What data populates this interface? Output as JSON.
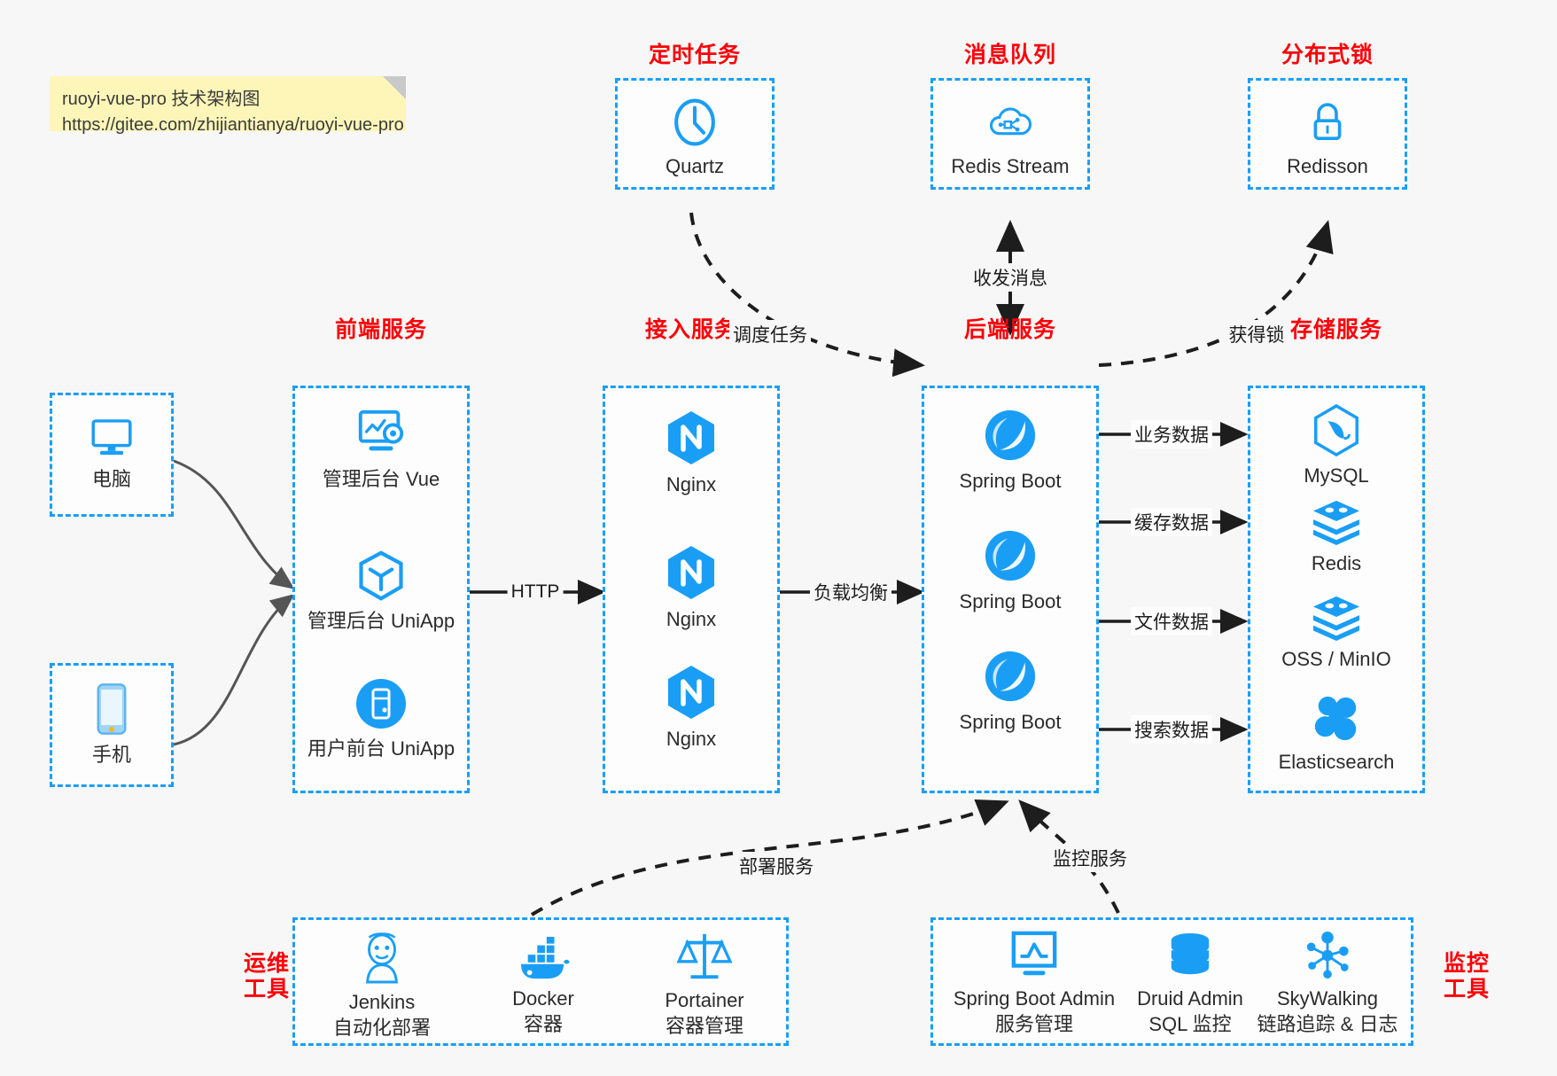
{
  "note": {
    "line1": "ruoyi-vue-pro 技术架构图",
    "line2": "https://gitee.com/zhijiantianya/ruoyi-vue-pro"
  },
  "colors": {
    "box_border": "#1a9ef5",
    "title_red": "#fb0007",
    "icon_blue": "#1a9ef5",
    "arrow_dark": "#1d1d1d",
    "page_bg": "#f7f7f7"
  },
  "groups": {
    "scheduler": {
      "title": "定时任务",
      "nodes": [
        {
          "label": "Quartz",
          "icon": "clock-icon"
        }
      ]
    },
    "mq": {
      "title": "消息队列",
      "nodes": [
        {
          "label": "Redis Stream",
          "icon": "cloud-stream-icon"
        }
      ]
    },
    "lock": {
      "title": "分布式锁",
      "nodes": [
        {
          "label": "Redisson",
          "icon": "lock-icon"
        }
      ]
    },
    "client_pc": {
      "title": "",
      "nodes": [
        {
          "label": "电脑",
          "icon": "desktop-icon"
        }
      ]
    },
    "client_mobile": {
      "title": "",
      "nodes": [
        {
          "label": "手机",
          "icon": "phone-icon"
        }
      ]
    },
    "frontend": {
      "title": "前端服务",
      "nodes": [
        {
          "label": "管理后台 Vue",
          "icon": "dashboard-gear-icon"
        },
        {
          "label": "管理后台 UniApp",
          "icon": "cube-icon"
        },
        {
          "label": "用户前台 UniApp",
          "icon": "mobile-circle-icon"
        }
      ]
    },
    "gateway": {
      "title": "接入服务",
      "nodes": [
        {
          "label": "Nginx",
          "icon": "nginx-icon"
        },
        {
          "label": "Nginx",
          "icon": "nginx-icon"
        },
        {
          "label": "Nginx",
          "icon": "nginx-icon"
        }
      ]
    },
    "backend": {
      "title": "后端服务",
      "nodes": [
        {
          "label": "Spring Boot",
          "icon": "spring-boot-icon"
        },
        {
          "label": "Spring Boot",
          "icon": "spring-boot-icon"
        },
        {
          "label": "Spring Boot",
          "icon": "spring-boot-icon"
        }
      ]
    },
    "storage": {
      "title": "存储服务",
      "nodes": [
        {
          "label": "MySQL",
          "icon": "mysql-icon"
        },
        {
          "label": "Redis",
          "icon": "redis-icon"
        },
        {
          "label": "OSS / MinIO",
          "icon": "oss-icon"
        },
        {
          "label": "Elasticsearch",
          "icon": "elasticsearch-icon"
        }
      ]
    },
    "devops": {
      "title": "运维\n工具",
      "title_line1": "运维",
      "title_line2": "工具",
      "nodes": [
        {
          "label": "Jenkins",
          "sub": "自动化部署",
          "icon": "jenkins-icon"
        },
        {
          "label": "Docker",
          "sub": "容器",
          "icon": "docker-icon"
        },
        {
          "label": "Portainer",
          "sub": "容器管理",
          "icon": "portainer-icon"
        }
      ]
    },
    "monitor": {
      "title": "监控\n工具",
      "title_line1": "监控",
      "title_line2": "工具",
      "nodes": [
        {
          "label": "Spring Boot Admin",
          "sub": "服务管理",
          "icon": "monitor-chart-icon"
        },
        {
          "label": "Druid Admin",
          "sub": "SQL 监控",
          "icon": "database-icon"
        },
        {
          "label": "SkyWalking",
          "sub": "链路追踪 & 日志",
          "icon": "skywalking-icon"
        }
      ]
    }
  },
  "edges": {
    "schedule_task": "调度任务",
    "send_receive": "收发消息",
    "acquire_lock": "获得锁",
    "http": "HTTP",
    "load_balance": "负载均衡",
    "business_data": "业务数据",
    "cache_data": "缓存数据",
    "file_data": "文件数据",
    "search_data": "搜索数据",
    "deploy_service": "部署服务",
    "monitor_service": "监控服务"
  }
}
